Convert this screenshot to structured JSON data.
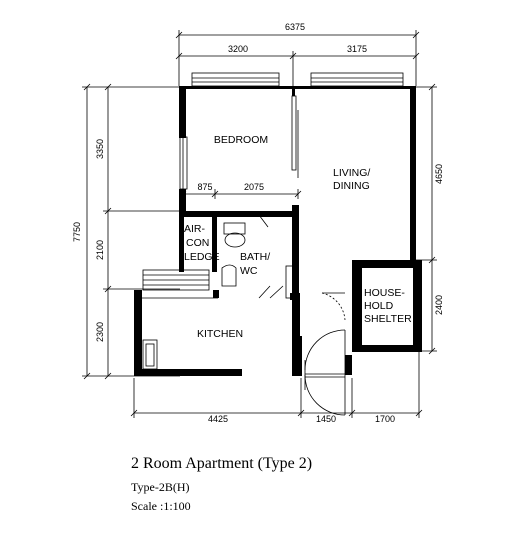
{
  "dimensions": {
    "overall_width": "6375",
    "top_left": "3200",
    "top_right": "3175",
    "bedroom_inner_left": "875",
    "bedroom_inner_right": "2075",
    "overall_height": "7750",
    "left_upper": "3350",
    "left_middle": "2100",
    "left_lower": "2300",
    "right_upper": "4650",
    "right_lower": "2400",
    "bottom_left": "4425",
    "bottom_middle": "1450",
    "bottom_right": "1700"
  },
  "rooms": {
    "bedroom": "BEDROOM",
    "living_line1": "LIVING/",
    "living_line2": "DINING",
    "aircon_line1": "AIR-",
    "aircon_line2": "CON",
    "aircon_line3": "LEDGE",
    "bath_line1": "BATH/",
    "bath_line2": "WC",
    "kitchen": "KITCHEN",
    "shelter_line1": "HOUSE-",
    "shelter_line2": "HOLD",
    "shelter_line3": "SHELTER"
  },
  "caption": {
    "title": "2 Room Apartment (Type 2)",
    "type": "Type-2B(H)",
    "scale": "Scale :1:100"
  }
}
